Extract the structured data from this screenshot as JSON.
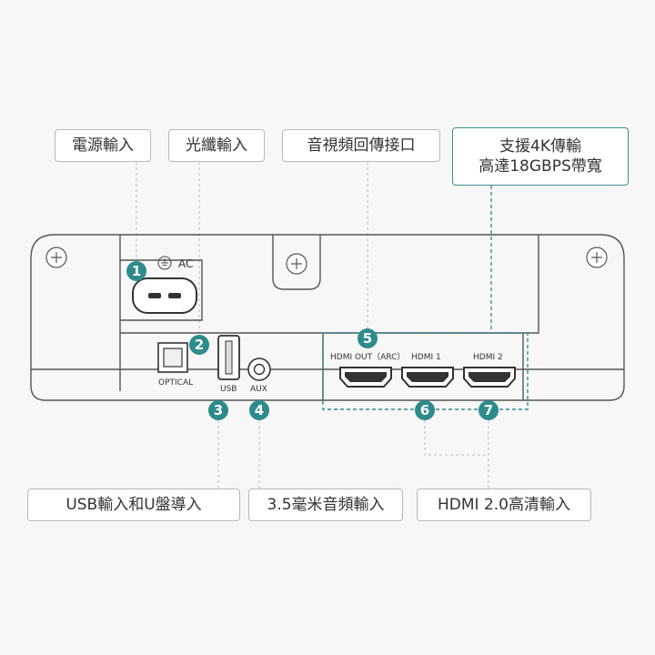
{
  "labels": {
    "power": "電源輸入",
    "optical": "光纖輸入",
    "av_interface": "音視頻回傳接口",
    "support_4k_line1": "支援4K傳輸",
    "support_4k_line2": "高達18GBPS帶寬",
    "usb": "USB輸入和U盤導入",
    "aux": "3.5毫米音頻輸入",
    "hdmi_in": "HDMI 2.0高清輸入"
  },
  "port_labels": {
    "ac": "AC",
    "optical": "OPTICAL",
    "usb": "USB",
    "aux": "AUX",
    "hdmi_out": "HDMI OUT（ARC）",
    "hdmi1": "HDMI  1",
    "hdmi2": "HDMI  2"
  },
  "markers": [
    "1",
    "2",
    "3",
    "4",
    "5",
    "6",
    "7"
  ],
  "colors": {
    "accent": "#2e8b8b",
    "device_stroke": "#555555",
    "leader": "#bdbdbd"
  }
}
